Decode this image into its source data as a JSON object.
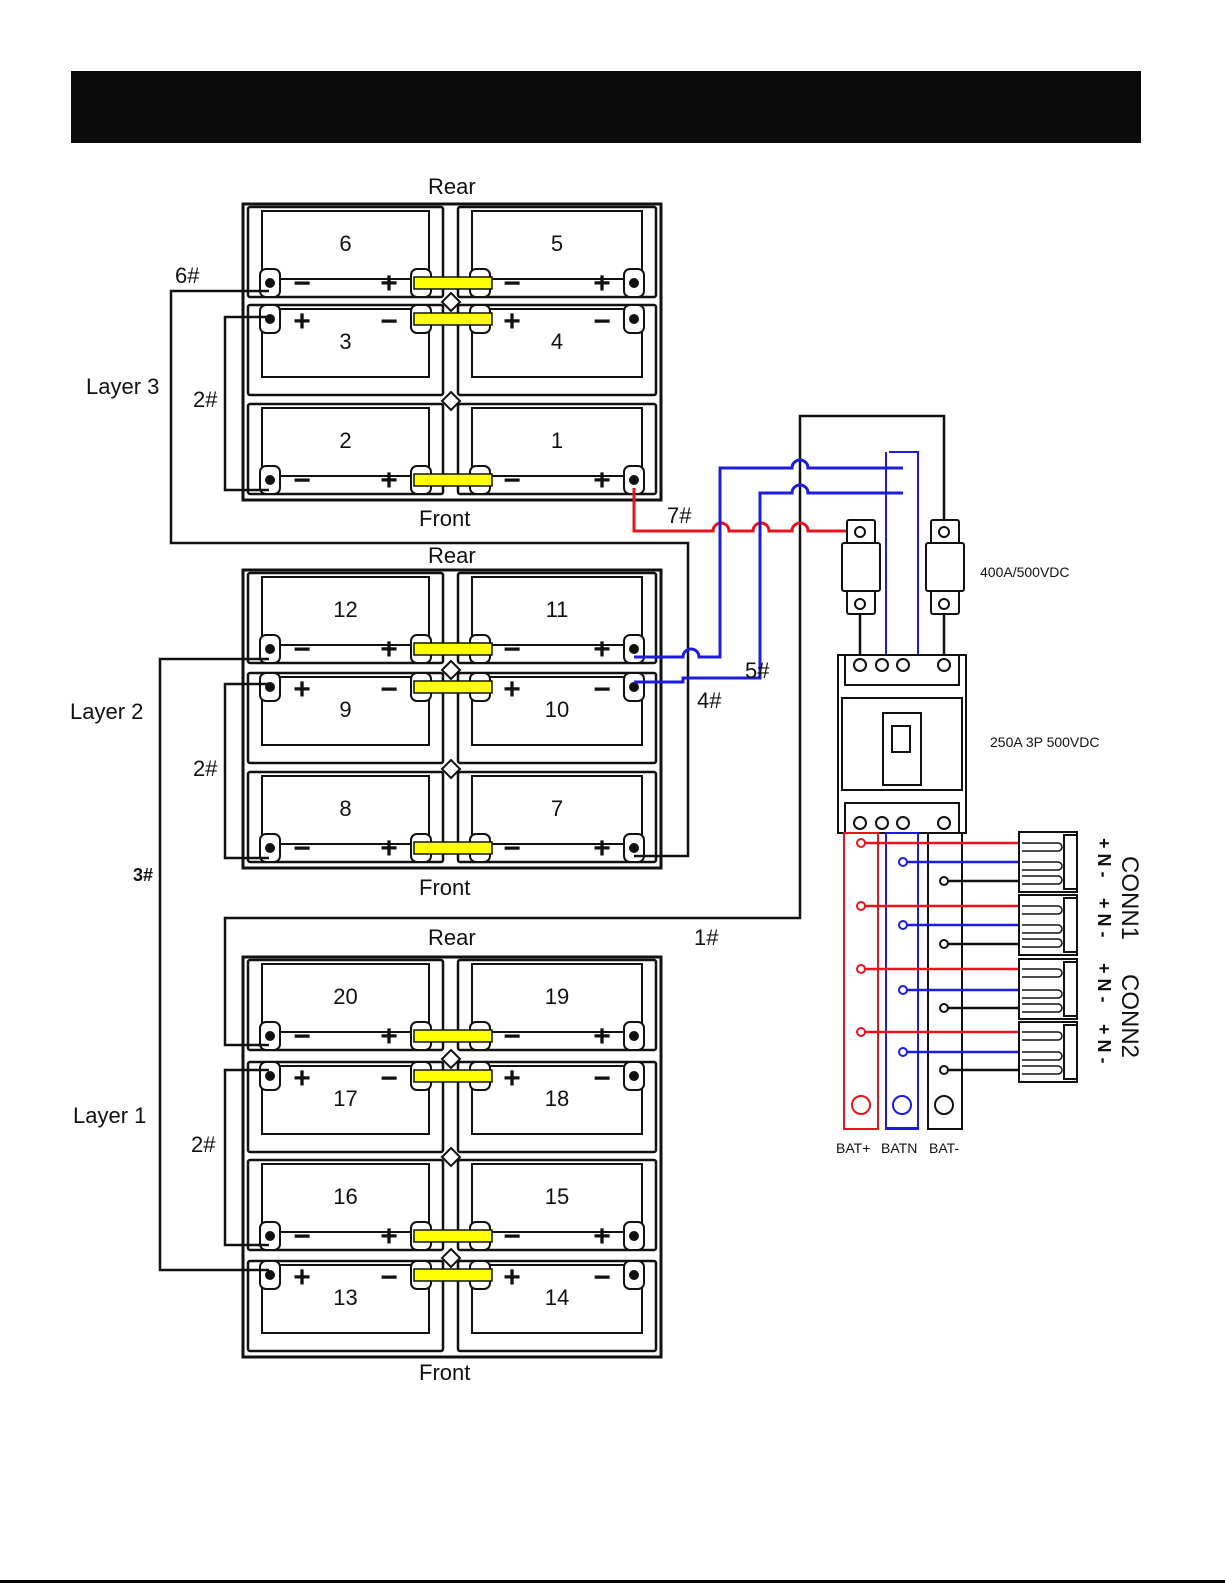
{
  "header": {
    "title": ""
  },
  "colors": {
    "positive": "#e8141c",
    "neutral": "#1c1cdc",
    "negative": "#111111",
    "link": "#ffff00",
    "header": "#0b0b0b"
  },
  "layers": [
    {
      "label": "Layer 3",
      "rear": "Rear",
      "front": "Front",
      "rows": [
        {
          "cells": [
            "6",
            "5"
          ]
        },
        {
          "cells": [
            "3",
            "4"
          ]
        },
        {
          "cells": [
            "2",
            "1"
          ]
        }
      ]
    },
    {
      "label": "Layer 2",
      "rear": "Rear",
      "front": "Front",
      "rows": [
        {
          "cells": [
            "12",
            "11"
          ]
        },
        {
          "cells": [
            "9",
            "10"
          ]
        },
        {
          "cells": [
            "8",
            "7"
          ]
        }
      ]
    },
    {
      "label": "Layer 1",
      "rear": "Rear",
      "front": "Front",
      "rows": [
        {
          "cells": [
            "20",
            "19"
          ]
        },
        {
          "cells": [
            "17",
            "18"
          ]
        },
        {
          "cells": [
            "16",
            "15"
          ]
        },
        {
          "cells": [
            "13",
            "14"
          ]
        }
      ]
    }
  ],
  "cables": {
    "c6": "6#",
    "c2a": "2#",
    "c2b": "2#",
    "c2c": "2#",
    "c7": "7#",
    "c5": "5#",
    "c4": "4#",
    "c3": "3#",
    "c1": "1#"
  },
  "fuse_rating": "400A/500VDC",
  "breaker_rating": "250A 3P 500VDC",
  "busbars": {
    "pos": "BAT+",
    "neu": "BATN",
    "neg": "BAT-"
  },
  "connectors": [
    {
      "name": "CONN1",
      "pins": [
        "+ N -",
        "+ N -"
      ]
    },
    {
      "name": "CONN2",
      "pins": [
        "+ N -",
        "+ N -"
      ]
    }
  ]
}
